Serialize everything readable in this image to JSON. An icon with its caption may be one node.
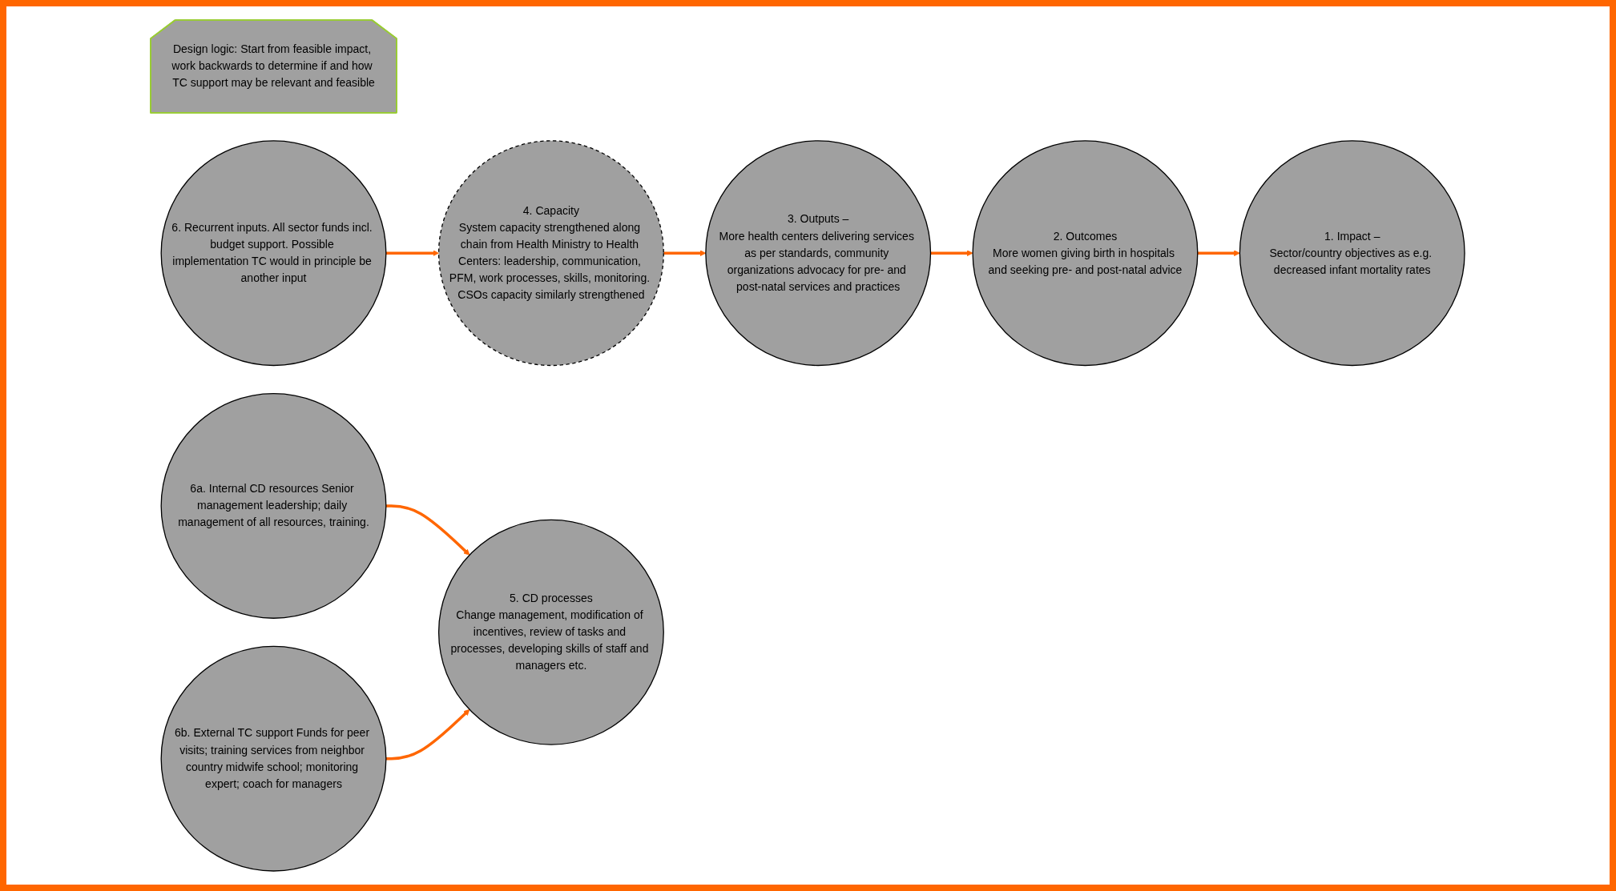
{
  "diagram": {
    "nodes": [
      {
        "text": [
          "Design logic: Start from feasible impact, work backwards to determine if and how TC support may be relevant and feasible"
        ]
      },
      {
        "text": [
          "6. Recurrent inputs. All sector funds incl. budget support. Possible implementation TC would in principle be another input"
        ]
      },
      {
        "text": [
          "6a. Internal CD resources Senior management leadership; daily management of all resources, training."
        ]
      },
      {
        "text": [
          "6b. External TC support Funds for peer visits; training services from neighbor country midwife school; monitoring expert; coach for managers"
        ]
      },
      {
        "text": [
          "4. Capacity",
          "System capacity strengthened along chain from Health Ministry to Health Centers: leadership, communication, PFM, work processes, skills, monitoring. CSOs capacity similarly strengthened"
        ]
      },
      {
        "text": [
          "5. CD processes",
          "Change management, modification of incentives, review of tasks and processes, developing skills of staff and managers etc."
        ]
      },
      {
        "text": [
          "3. Outputs –",
          "More health centers delivering services as per standards, community organizations advocacy for pre- and post-natal services and practices"
        ]
      },
      {
        "text": [
          "2. Outcomes",
          "More women giving birth in hospitals and seeking pre- and post-natal advice"
        ]
      },
      {
        "text": [
          "1. Impact –",
          "Sector/country objectives as e.g. decreased infant mortality rates"
        ]
      }
    ],
    "edges": [
      {
        "from": 1,
        "to": 4,
        "arrow": "to"
      },
      {
        "from": 2,
        "to": 5,
        "arrow": "to"
      },
      {
        "from": 3,
        "to": 5,
        "arrow": "to"
      },
      {
        "from": 4,
        "to": 6,
        "arrow": "to"
      },
      {
        "from": 6,
        "to": 7,
        "arrow": "to"
      },
      {
        "from": 7,
        "to": 8,
        "arrow": "to"
      }
    ]
  }
}
